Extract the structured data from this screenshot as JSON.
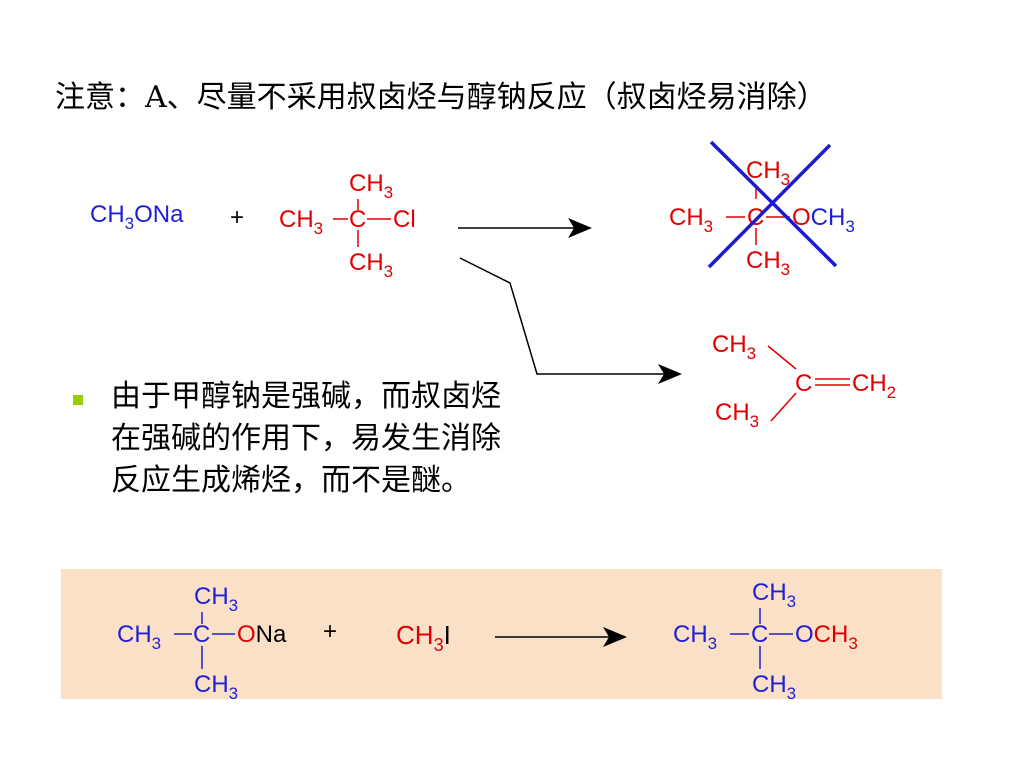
{
  "title": "注意：A、尽量不采用叔卤烃与醇钠反应（叔卤烃易消除）",
  "bullet": {
    "line1": "由于甲醇钠是强碱，而叔卤烃",
    "line2": "在强碱的作用下，易发生消除",
    "line3": "反应生成烯烃，而不是醚。"
  },
  "colors": {
    "blue": "#1f1fd6",
    "red": "#e00000",
    "cross": "#1a1ad0",
    "bullet": "#99cc00",
    "highlight": "#fbe0c8"
  },
  "reaction1": {
    "reagent_base": "CH",
    "reagent_sub": "3",
    "reagent_tail": "ONa",
    "plus": "+",
    "halide": {
      "ch": "CH",
      "sub": "3",
      "center": "C",
      "cl": "Cl"
    },
    "ether": {
      "ch": "CH",
      "sub": "3",
      "center": "C",
      "o": "O"
    },
    "alkene": {
      "ch": "CH",
      "sub3": "3",
      "center": "C",
      "ch2": "CH",
      "sub2": "2"
    }
  },
  "reaction2": {
    "alkoxide": {
      "ch": "CH",
      "sub": "3",
      "center": "C",
      "o": "O",
      "na": "Na"
    },
    "plus": "+",
    "iodide": {
      "ch": "CH",
      "sub": "3",
      "i": "I"
    },
    "product": {
      "ch": "CH",
      "sub": "3",
      "center": "C",
      "o": "O"
    }
  }
}
